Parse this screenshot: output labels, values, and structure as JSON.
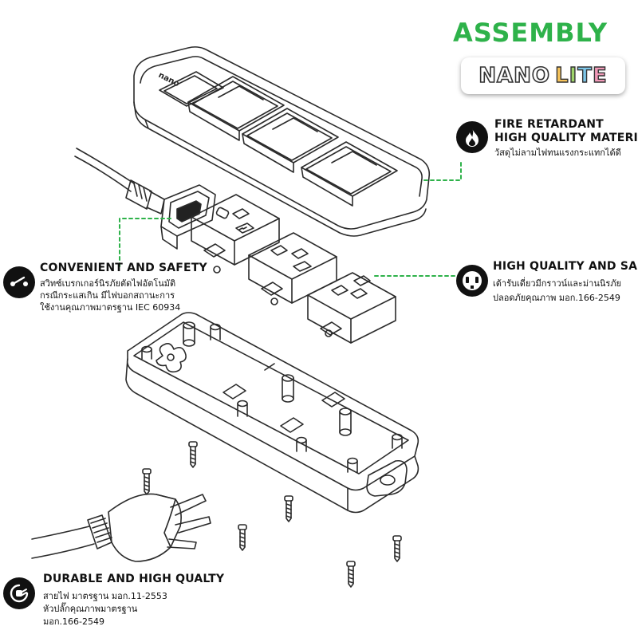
{
  "header": {
    "title": "ASSEMBLY",
    "brand_nano": "NANO",
    "brand_lite": [
      "L",
      "I",
      "T",
      "E"
    ]
  },
  "features": {
    "fire": {
      "icon": "flame-icon",
      "title_lines": [
        "FIRE RETARDANT",
        "HIGH QUALITY MATERIALS"
      ],
      "desc_lines": [
        "วัสดุไม่ลามไฟทนแรงกระแทกได้ดี"
      ]
    },
    "switch": {
      "icon": "switch-icon",
      "title_lines": [
        "CONVENIENT AND SAFETY"
      ],
      "desc_lines": [
        "สวิทซ์เบรกเกอร์นิรภัยตัดไฟอัตโนมัติ",
        "กรณีกระแสเกิน มีไฟบอกสถานะการ",
        "ใช้งานคุณภาพมาตรฐาน IEC 60934"
      ]
    },
    "outlet": {
      "icon": "outlet-icon",
      "title_lines": [
        "HIGH QUALITY AND SAFETY"
      ],
      "desc_lines": [
        "เต้ารับเดี่ยวมีกราวน์และม่านนิรภัย",
        "ปลอดภัยคุณภาพ มอก.166-2549"
      ]
    },
    "plug": {
      "icon": "plug-icon",
      "title_lines": [
        "DURABLE AND HIGH QUALTY"
      ],
      "desc_lines": [
        "สายไฟ มาตรฐาน มอก.11-2553",
        "หัวปลั๊กคุณภาพมาตรฐาน",
        "มอก.166-2549"
      ]
    }
  },
  "device": {
    "logo": "nano"
  },
  "colors": {
    "accent": "#2eb24a",
    "line": "#2b2b2b",
    "icon_bg": "#111111"
  }
}
